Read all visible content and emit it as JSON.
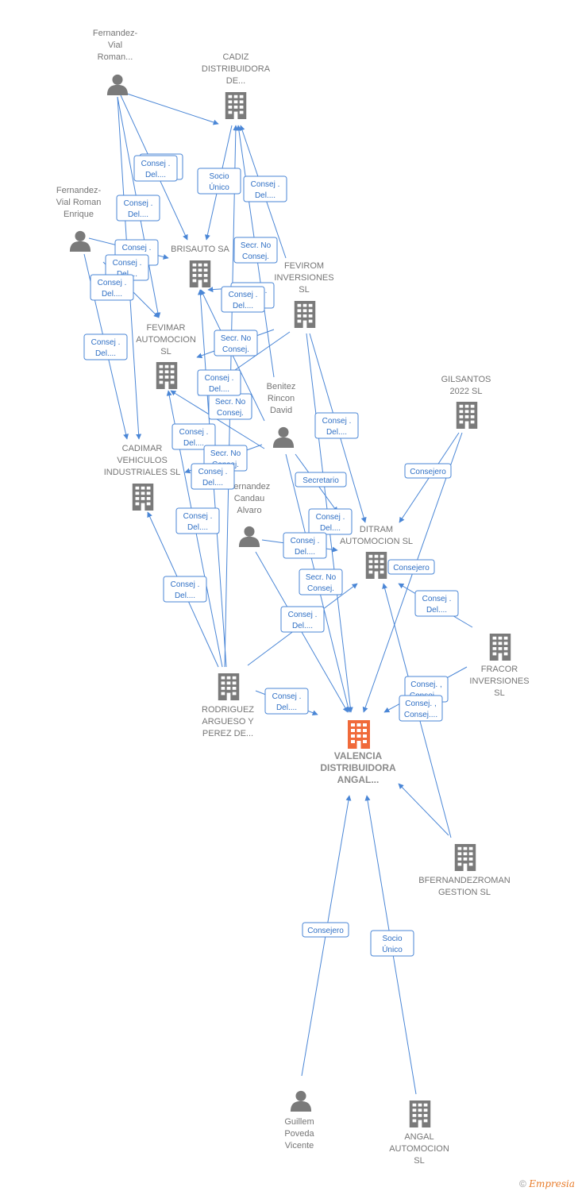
{
  "nodes": [
    {
      "id": "fvr",
      "type": "person",
      "label": [
        "Fernandez-",
        "Vial",
        "Roman..."
      ]
    },
    {
      "id": "cadiz",
      "type": "company",
      "label": [
        "CADIZ",
        "DISTRIBUIDORA",
        "DE..."
      ]
    },
    {
      "id": "fvre",
      "type": "person",
      "label": [
        "Fernandez-",
        "Vial Roman",
        "Enrique"
      ]
    },
    {
      "id": "brisauto",
      "type": "company",
      "label": [
        "BRISAUTO SA"
      ]
    },
    {
      "id": "fevirom",
      "type": "company",
      "label": [
        "FEVIROM",
        "INVERSIONES",
        "SL"
      ]
    },
    {
      "id": "fevimar",
      "type": "company",
      "label": [
        "FEVIMAR",
        "AUTOMOCION",
        "SL"
      ]
    },
    {
      "id": "gilsantos",
      "type": "company",
      "label": [
        "GILSANTOS",
        "2022  SL"
      ]
    },
    {
      "id": "benitez",
      "type": "person",
      "label": [
        "Benitez",
        "Rincon",
        "David"
      ]
    },
    {
      "id": "cadimar",
      "type": "company",
      "label": [
        "CADIMAR",
        "VEHICULOS",
        "INDUSTRIALES SL"
      ]
    },
    {
      "id": "fca",
      "type": "person",
      "label": [
        "Fernandez",
        "Candau",
        "Alvaro"
      ]
    },
    {
      "id": "ditram",
      "type": "company",
      "label": [
        "DITRAM",
        "AUTOMOCION SL"
      ]
    },
    {
      "id": "fracor",
      "type": "company",
      "label": [
        "FRACOR",
        "INVERSIONES",
        "SL"
      ]
    },
    {
      "id": "rodriguez",
      "type": "company",
      "label": [
        "RODRIGUEZ",
        "ARGUESO Y",
        "PEREZ DE..."
      ]
    },
    {
      "id": "valencia",
      "type": "main",
      "label": [
        "VALENCIA",
        "DISTRIBUIDORA",
        "ANGAL..."
      ]
    },
    {
      "id": "bfernandez",
      "type": "company",
      "label": [
        "BFERNANDEZROMAN",
        "GESTION  SL"
      ]
    },
    {
      "id": "guillem",
      "type": "person",
      "label": [
        "Guillem",
        "Poveda",
        "Vicente"
      ]
    },
    {
      "id": "angal",
      "type": "company",
      "label": [
        "ANGAL",
        "AUTOMOCION",
        "SL"
      ]
    }
  ],
  "relations": [
    [
      "Consej .",
      "Del...."
    ],
    [
      "Consej .",
      "Del...."
    ],
    [
      "Socio",
      "Único"
    ],
    [
      "Consej .",
      "Del...."
    ],
    [
      "Consej .",
      "Del...."
    ],
    [
      "Consej .",
      "Del...."
    ],
    [
      "Consej .",
      "Del...."
    ],
    [
      "Secr.  No",
      "Consej."
    ],
    [
      "Consej .",
      "Del...."
    ],
    [
      "Consej .",
      "Del...."
    ],
    [
      "Consej .",
      "Del...."
    ],
    [
      "Secr.  No",
      "Consej."
    ],
    [
      "Consej .",
      "Del...."
    ],
    [
      "Secr.  No",
      "Consej."
    ],
    [
      "Consej .",
      "Del...."
    ],
    [
      "Consej .",
      "Del...."
    ],
    [
      "Secr.  No",
      "Consej."
    ],
    [
      "Consej .",
      "Del...."
    ],
    [
      "Consej .",
      "Del...."
    ],
    [
      "Consejero"
    ],
    [
      "Secretario"
    ],
    [
      "Consej .",
      "Del...."
    ],
    [
      "Consej .",
      "Del...."
    ],
    [
      "Consejero"
    ],
    [
      "Consej .",
      "Del...."
    ],
    [
      "Secr.  No",
      "Consej."
    ],
    [
      "Consej .",
      "Del...."
    ],
    [
      "Consej .",
      "Del...."
    ],
    [
      "Consej .",
      "Del...."
    ],
    [
      "Consej. ,",
      "Consej...."
    ],
    [
      "Consej .",
      "Del...."
    ],
    [
      "Consej. ,",
      "Consej...."
    ],
    [
      "Consejero"
    ],
    [
      "Socio",
      "Único"
    ]
  ],
  "footer": {
    "copyright": "©",
    "brand": "Empresia"
  },
  "colors": {
    "node_gray": "#7a7a7a",
    "main_node": "#f06a3a",
    "edge": "#4a86d6"
  }
}
